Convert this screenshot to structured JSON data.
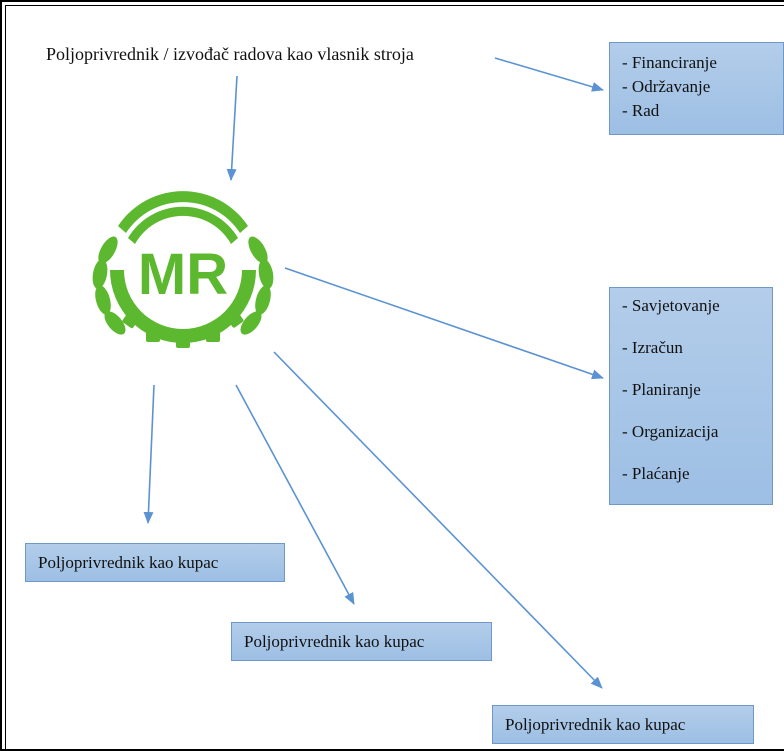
{
  "owner_label": "Poljoprivrednik / izvođač radova kao vlasnik stroja",
  "owner_tasks": [
    "- Financiranje",
    "- Održavanje",
    "- Rad"
  ],
  "logo": {
    "text": "MR",
    "color": "#5cb82e",
    "icon": "machinery-ring-logo"
  },
  "services": [
    "- Savjetovanje",
    "- Izračun",
    "- Planiranje",
    "- Organizacija",
    "- Plaćanje"
  ],
  "buyers": [
    "Poljoprivrednik kao kupac",
    "Poljoprivrednik kao kupac",
    "Poljoprivrednik kao kupac"
  ],
  "colors": {
    "box_fill": "#a8c6e8",
    "box_border": "#6f97c8",
    "arrow": "#5b93d2"
  }
}
